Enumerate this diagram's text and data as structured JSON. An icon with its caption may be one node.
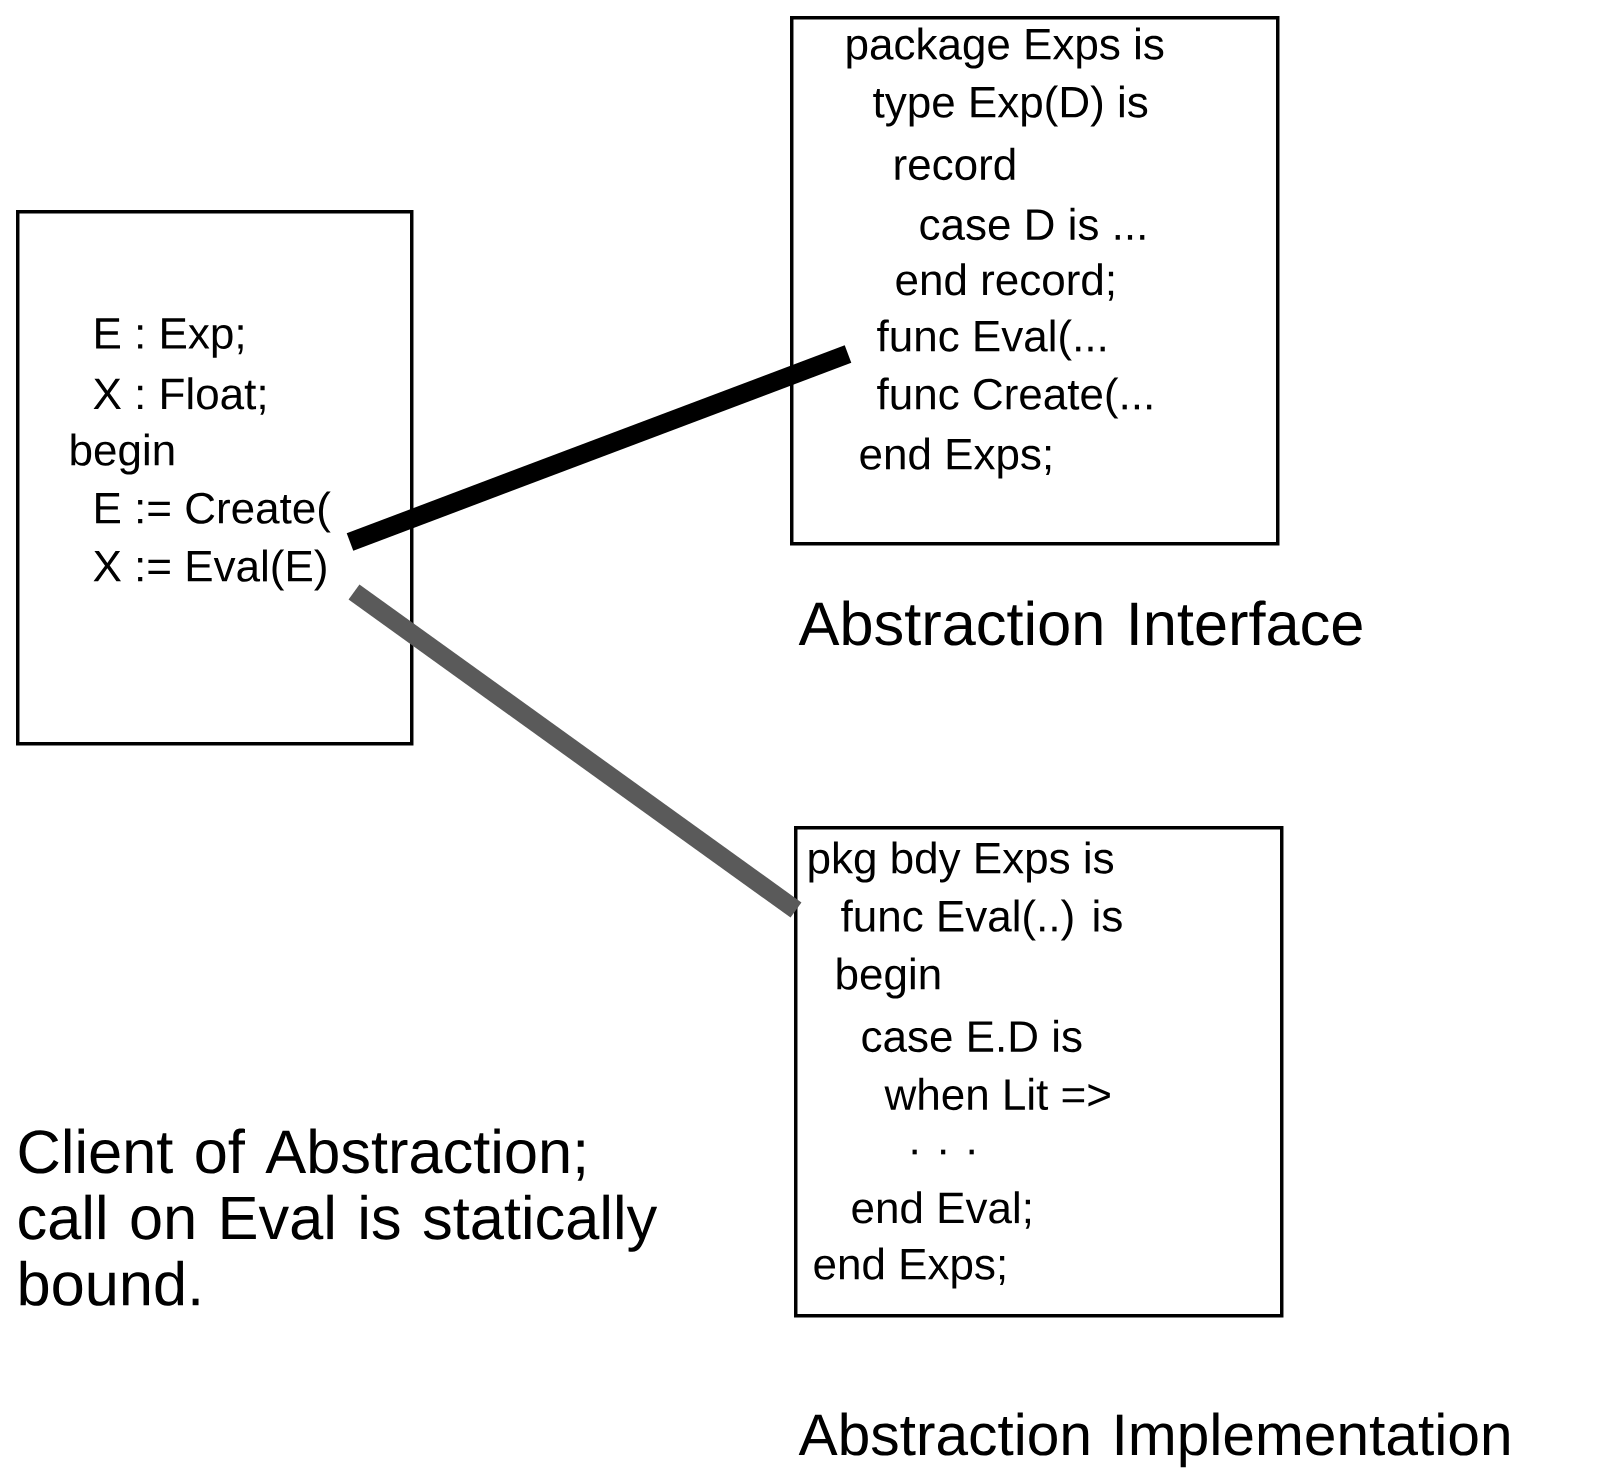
{
  "diagram": {
    "nodes": [
      {
        "text": [
          "E : Exp;",
          "X : Float;",
          "begin",
          "E := Create(",
          "X := Eval(E)"
        ]
      },
      {
        "text": [
          "package Exps is",
          "type Exp(D) is",
          "record",
          "case D is ...",
          "end record;",
          "func Eval(...",
          "func Create(...",
          "end Exps;"
        ]
      },
      {
        "text": [
          "pkg bdy Exps is",
          "func Eval(..) is",
          "begin",
          "case E.D is",
          "when Lit =>",
          ". . .",
          "end Eval;",
          "end Exps;"
        ]
      }
    ],
    "edges": [
      {
        "from": 0,
        "to": 1,
        "arrow": "none"
      },
      {
        "from": 0,
        "to": 2,
        "arrow": "none",
        "color": "#5a5a5a"
      }
    ],
    "labels": [
      "Abstraction Interface",
      "Client of Abstraction; call on Eval is statically bound.",
      "Abstraction Implementation"
    ]
  }
}
